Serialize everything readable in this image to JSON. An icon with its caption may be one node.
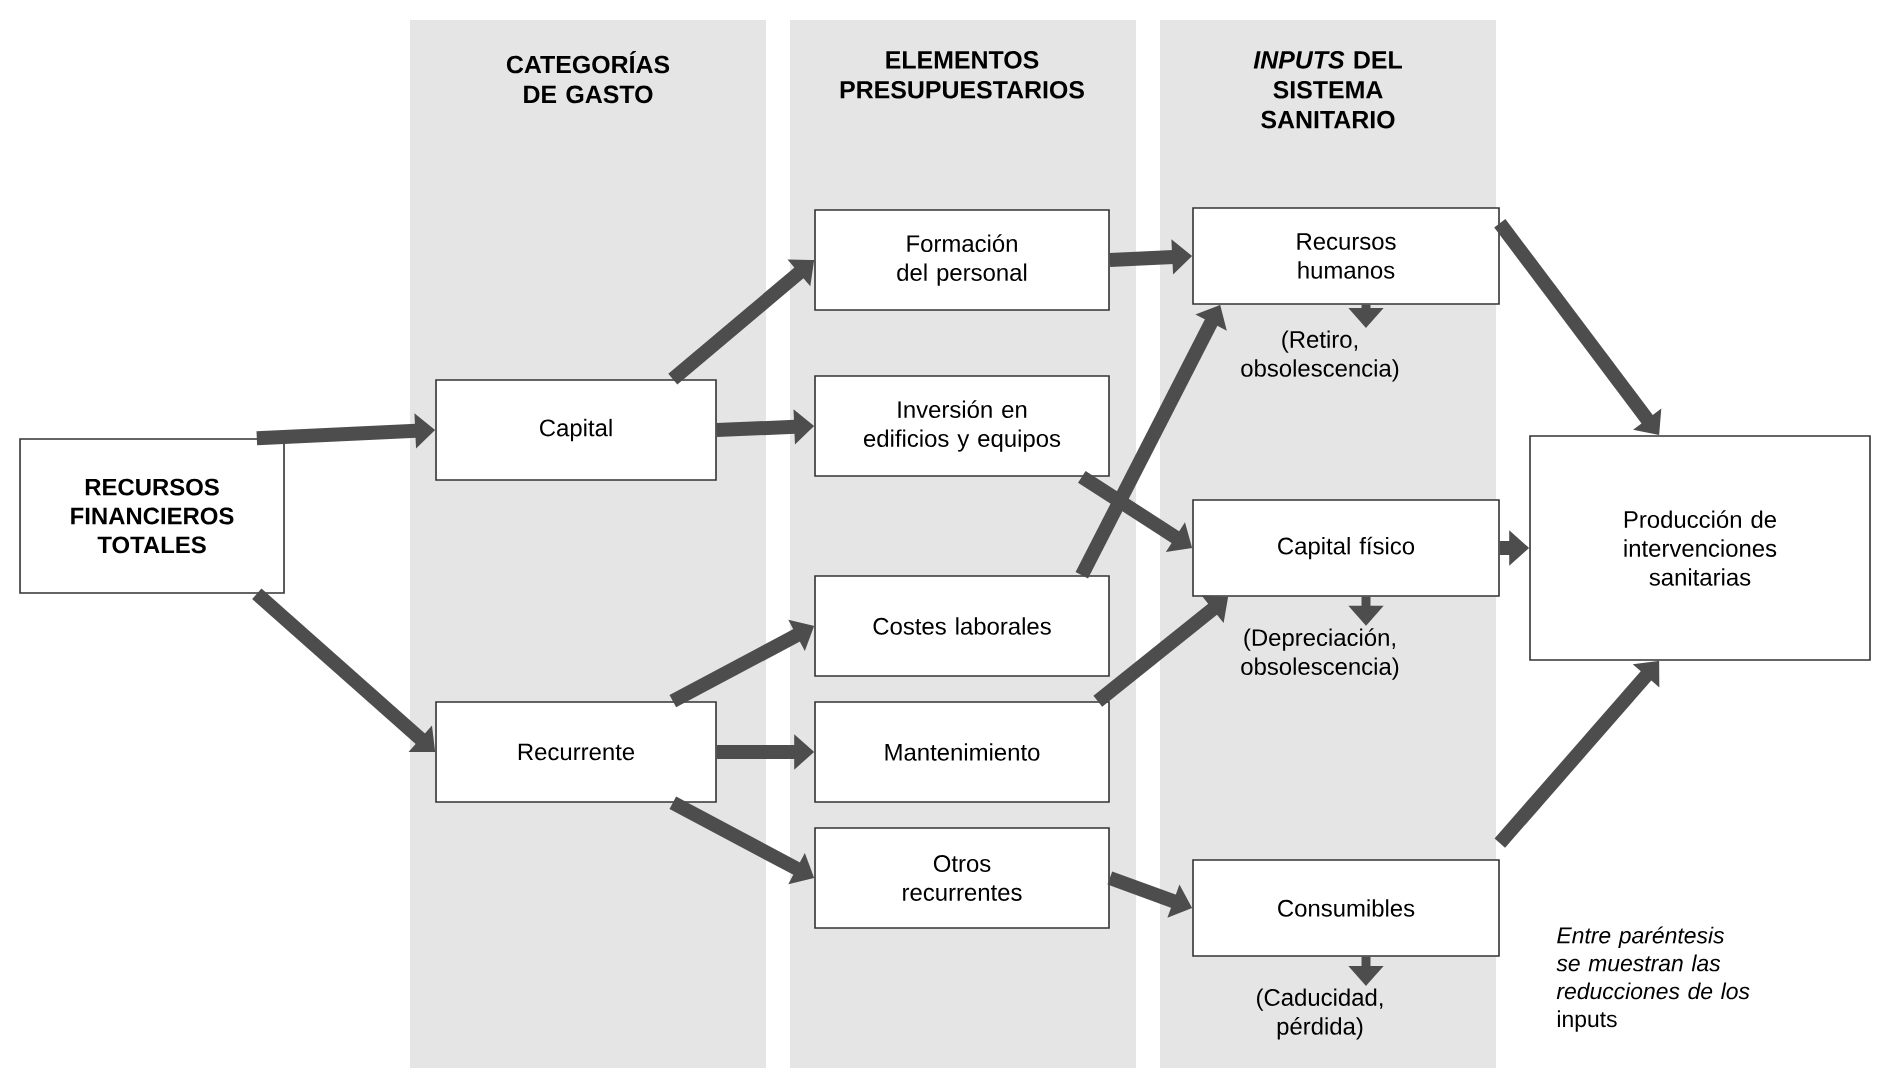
{
  "diagram": {
    "nodes": [
      {
        "text": [
          "CATEGORÍAS DE GASTO"
        ]
      },
      {
        "text": [
          "ELEMENTOS PRESUPUESTARIOS"
        ]
      },
      {
        "text": [
          "*INPUTS* DEL SISTEMA SANITARIO"
        ]
      },
      {
        "text": [
          "RECURSOS FINANCIEROS TOTALES"
        ]
      },
      {
        "text": [
          "Capital"
        ],
        "in": 0
      },
      {
        "text": [
          "Recurrente"
        ],
        "in": 0
      },
      {
        "text": [
          "Formación del personal"
        ],
        "in": 1
      },
      {
        "text": [
          "Inversión en edificios y equipos"
        ],
        "in": 1
      },
      {
        "text": [
          "Costes laborales"
        ],
        "in": 1
      },
      {
        "text": [
          "Mantenimiento"
        ],
        "in": 1
      },
      {
        "text": [
          "Otros recurrentes"
        ],
        "in": 1
      },
      {
        "text": [
          "Recursos humanos"
        ],
        "in": 2
      },
      {
        "text": [
          "Capital físico"
        ],
        "in": 2
      },
      {
        "text": [
          "Consumibles"
        ],
        "in": 2
      },
      {
        "text": [
          "Producción de intervenciones sanitarias"
        ]
      },
      {
        "text": [
          "(Retiro, obsolescencia)"
        ],
        "in": 2
      },
      {
        "text": [
          "(Depreciación, obsolescencia)"
        ],
        "in": 2
      },
      {
        "text": [
          "(Caducidad, pérdida)"
        ],
        "in": 2
      }
    ],
    "edges": [
      {
        "from": 3,
        "to": 4,
        "arrow": "to"
      },
      {
        "from": 3,
        "to": 5,
        "arrow": "to"
      },
      {
        "from": 4,
        "to": 6,
        "arrow": "to"
      },
      {
        "from": 4,
        "to": 7,
        "arrow": "to"
      },
      {
        "from": 5,
        "to": 8,
        "arrow": "to"
      },
      {
        "from": 5,
        "to": 9,
        "arrow": "to"
      },
      {
        "from": 5,
        "to": 10,
        "arrow": "to"
      },
      {
        "from": 6,
        "to": 11,
        "arrow": "to"
      },
      {
        "from": 7,
        "to": 12,
        "arrow": "to"
      },
      {
        "from": 8,
        "to": 11,
        "arrow": "to"
      },
      {
        "from": 9,
        "to": 12,
        "arrow": "to"
      },
      {
        "from": 10,
        "to": 13,
        "arrow": "to"
      },
      {
        "from": 11,
        "to": 14,
        "arrow": "to"
      },
      {
        "from": 12,
        "to": 14,
        "arrow": "to"
      },
      {
        "from": 13,
        "to": 14,
        "arrow": "to"
      },
      {
        "from": 11,
        "to": 15,
        "arrow": "to"
      },
      {
        "from": 12,
        "to": 16,
        "arrow": "to"
      },
      {
        "from": 13,
        "to": 17,
        "arrow": "to"
      }
    ],
    "labels": [
      "*Entre paréntesis se muestran las reducciones de los* inputs"
    ]
  }
}
